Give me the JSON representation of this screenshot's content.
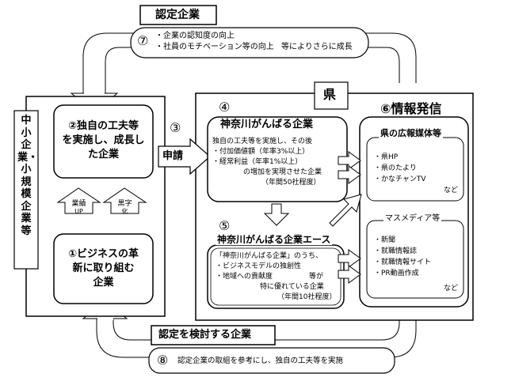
{
  "top_banner": {
    "title": "認定企業"
  },
  "step7": {
    "number": "⑦",
    "line1": "・企業の認知度の向上",
    "line2": "・社員のモチベーション等の向上",
    "tail": "等によりさらに成長"
  },
  "sme": {
    "label": "中小企業・小規模企業等"
  },
  "step2": {
    "label_line1": "②独自の工夫等",
    "label_line2": "を実施し、成長し",
    "label_line3": "た企業"
  },
  "arrows_up": {
    "left_line1": "業績",
    "left_line2": "UP",
    "right_line1": "黒字",
    "right_line2": "化"
  },
  "step1": {
    "line1": "①ビジネスの革",
    "line2": "新に取り組む",
    "line3": "企業"
  },
  "step3": {
    "number": "③",
    "label": "申請"
  },
  "prefecture": {
    "label": "県"
  },
  "step4": {
    "number": "④",
    "title": "神奈川がんばる企業",
    "line1": "独自の工夫等を実施し、その後",
    "line2": "・付加価値額（年率3%以上）",
    "line3": "・経常利益（年率1%以上）",
    "line4": "の増加を実現させた企業",
    "line5": "（年間50社程度）"
  },
  "step5": {
    "number": "⑤",
    "title": "神奈川がんばる企業エース",
    "line1": "「神奈川がんばる企業」のうち、",
    "line2": "・ビジネスモデルの独創性",
    "line3": "・地域への貢献度",
    "line3_tail": "等が",
    "line4": "特に優れている企業",
    "line5": "（年間10社程度）"
  },
  "step6": {
    "title": "⑥情報発信",
    "pref_media": {
      "title": "県の広報媒体等",
      "items": [
        "・県HP",
        "・県のたより",
        "・かなチャンTV"
      ],
      "etc": "など"
    },
    "mass_media": {
      "title": "マスメディア等",
      "items": [
        "・新聞",
        "・就職情報誌",
        "・就職情報サイト",
        "・PR動画作成"
      ],
      "etc": "など"
    }
  },
  "bottom_banner": {
    "title": "認定を検討する企業"
  },
  "step8": {
    "number": "⑧",
    "text": "認定企業の取組を参考にし、独自の工夫等を実施"
  }
}
